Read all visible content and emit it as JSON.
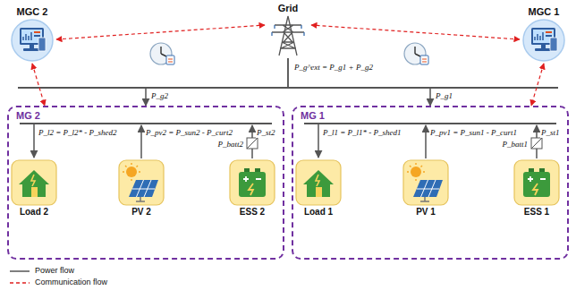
{
  "diagram": {
    "nodes": [
      {
        "text": [
          "MGC 2"
        ]
      },
      {
        "text": [
          "Grid"
        ]
      },
      {
        "text": [
          "MGC 1"
        ]
      },
      {
        "text": [
          "MG 2"
        ]
      },
      {
        "text": [
          "Load 2"
        ],
        "in": 3
      },
      {
        "text": [
          "PV 2"
        ],
        "in": 3
      },
      {
        "text": [
          "ESS 2"
        ],
        "in": 3
      },
      {
        "text": [
          "MG 1"
        ]
      },
      {
        "text": [
          "Load 1"
        ],
        "in": 7
      },
      {
        "text": [
          "PV 1"
        ],
        "in": 7
      },
      {
        "text": [
          "ESS 1"
        ],
        "in": 7
      }
    ],
    "edges": [
      {
        "from": 0,
        "to": 1,
        "arrow": "both"
      },
      {
        "from": 2,
        "to": 1,
        "arrow": "both"
      },
      {
        "from": 0,
        "to": 3,
        "arrow": "both"
      },
      {
        "from": 2,
        "to": 7,
        "arrow": "both"
      },
      {
        "from": 1,
        "to": 3,
        "arrow": "to",
        "label": "P_g2"
      },
      {
        "from": 1,
        "to": 7,
        "arrow": "to",
        "label": "P_g1"
      }
    ],
    "labels": [
      "P_g^ext = P_g1 + P_g2",
      "P_l2 = P_l2* - P_shed2",
      "P_pv2 = P_sun2 - P_curt2",
      "P_st2",
      "P_batt2",
      "P_l1 = P_l1* - P_shed1",
      "P_pv1 = P_sun1 - P_curt1",
      "P_st1",
      "P_batt1"
    ],
    "legend": [
      {
        "text": "Power flow"
      },
      {
        "text": "Communication flow"
      }
    ]
  }
}
